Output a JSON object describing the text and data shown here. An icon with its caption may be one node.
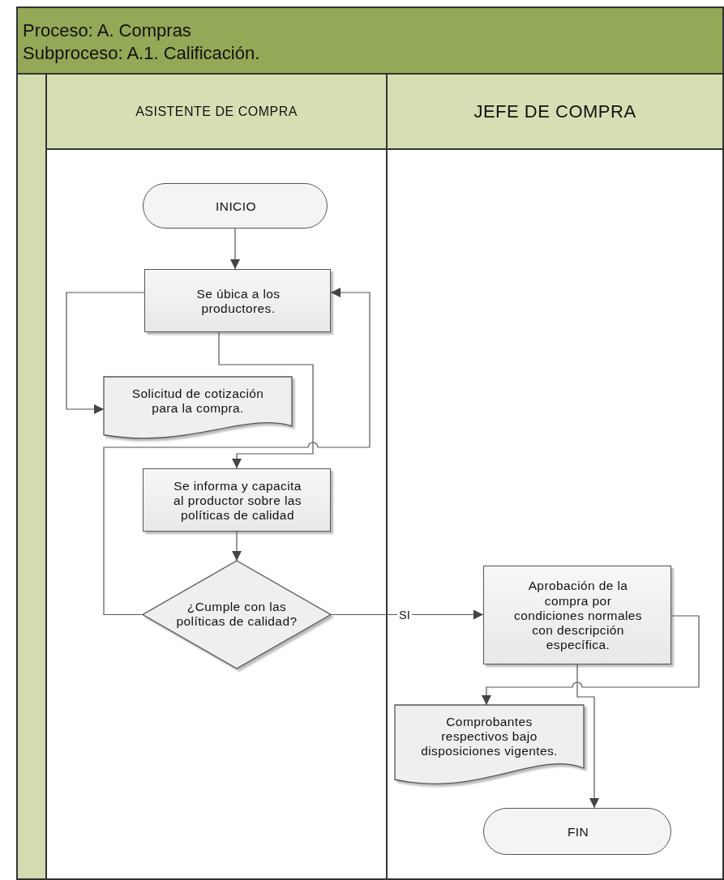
{
  "diagram": {
    "nodes": [
      {
        "text": [
          "Proceso: A. Compras",
          "Subproceso: A.1. Calificación."
        ]
      },
      {
        "text": [
          "ASISTENTE DE COMPRA"
        ]
      },
      {
        "text": [
          "INICIO"
        ],
        "in": 1
      },
      {
        "text": [
          "Se úbica a los productores."
        ],
        "in": 1
      },
      {
        "text": [
          "Solicitud de cotización para la compra."
        ],
        "in": 1
      },
      {
        "text": [
          "Se informa y capacita al productor sobre las políticas de calidad"
        ],
        "in": 1
      },
      {
        "text": [
          "¿Cumple con las políticas de calidad?"
        ],
        "in": 1
      },
      {
        "text": [
          "JEFE DE COMPRA"
        ]
      },
      {
        "text": [
          "Aprobación de la compra por condiciones normales con descripción específica."
        ],
        "in": 7
      },
      {
        "text": [
          "Comprobantes respectivos bajo disposiciones vigentes."
        ],
        "in": 7
      },
      {
        "text": [
          "FIN"
        ],
        "in": 7
      }
    ],
    "edges": [
      {
        "from": 2,
        "to": 3,
        "arrow": "to"
      },
      {
        "from": 3,
        "to": 4,
        "arrow": "to"
      },
      {
        "from": 3,
        "to": 5,
        "arrow": "to"
      },
      {
        "from": 5,
        "to": 6,
        "arrow": "to"
      },
      {
        "from": 6,
        "to": 3,
        "arrow": "to"
      },
      {
        "from": 6,
        "to": 8,
        "arrow": "to",
        "label": "SI"
      },
      {
        "from": 8,
        "to": 9,
        "arrow": "to"
      },
      {
        "from": 8,
        "to": 10,
        "arrow": "to"
      }
    ]
  }
}
